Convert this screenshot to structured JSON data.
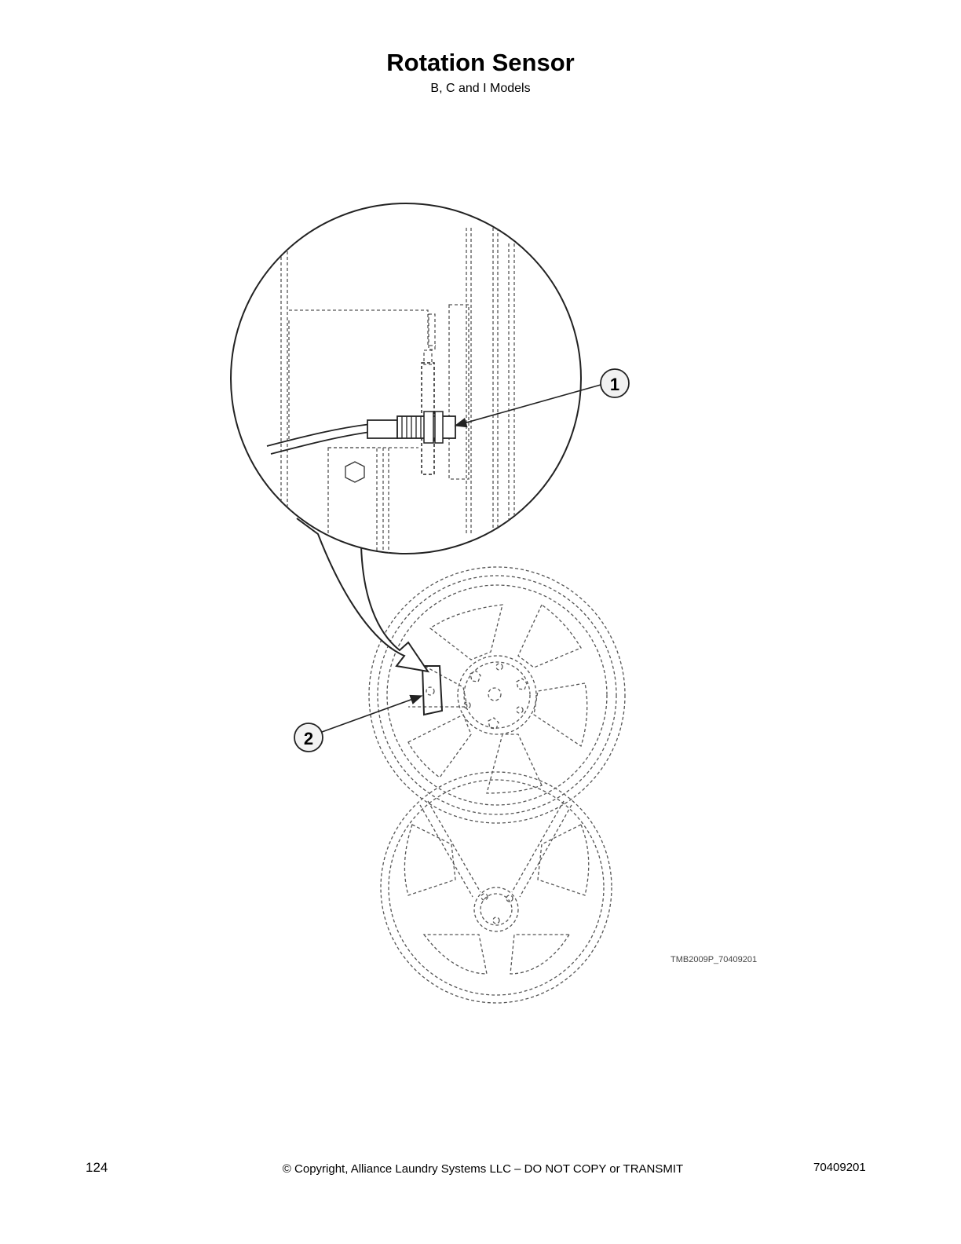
{
  "header": {
    "title": "Rotation Sensor",
    "subtitle": "B, C and I Models"
  },
  "figure": {
    "callouts": [
      "1",
      "2"
    ],
    "figure_id": "TMB2009P_70409201"
  },
  "footer": {
    "page_number": "124",
    "copyright": "© Copyright, Alliance Laundry Systems LLC – DO NOT COPY or TRANSMIT",
    "doc_number": "70409201"
  }
}
